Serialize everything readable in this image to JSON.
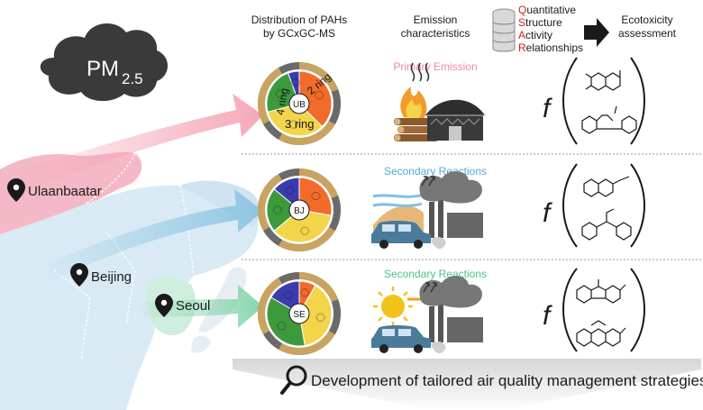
{
  "colors": {
    "ring2": "#f26b2b",
    "ring3": "#f2d54a",
    "ring4": "#3c9a3c",
    "ring5": "#3b3bae",
    "outer_tan": "#c8a460",
    "outer_gray": "#6a6a6a",
    "arrow_ub": "#f4a3b4",
    "arrow_bj": "#8cc4e2",
    "arrow_se": "#7fd3a8",
    "primary_text": "#ee8aa4",
    "secondary_bj_text": "#58a8d8",
    "secondary_se_text": "#4cc08a",
    "qsar_red": "#d42020"
  },
  "cloud": {
    "pm": "PM",
    "sub": "2.5"
  },
  "columns": {
    "distribution": [
      "Distribution of PAHs",
      "by GCxGC-MS"
    ],
    "emission": [
      "Emission",
      "characteristics"
    ],
    "qsar": [
      {
        "initial": "Q",
        "rest": "uantitative"
      },
      {
        "initial": "S",
        "rest": "tructure"
      },
      {
        "initial": "A",
        "rest": "ctivity"
      },
      {
        "initial": "R",
        "rest": "elationships"
      }
    ],
    "eco": [
      "Ecotoxicity",
      "assessment"
    ]
  },
  "cities": {
    "ulaanbaatar": "Ulaanbaatar",
    "beijing": "Beijing",
    "seoul": "Seoul"
  },
  "rows": [
    {
      "code": "UB",
      "emission": "Primary Emission",
      "ring_labels": {
        "r2": "2 ring",
        "r3": "3 ring",
        "r4": "4 ring"
      }
    },
    {
      "code": "BJ",
      "emission": "Secondary Reactions"
    },
    {
      "code": "SE",
      "emission": "Secondary Reactions"
    }
  ],
  "equation": {
    "f": "f"
  },
  "bottom": {
    "text": "Development of tailored air quality management strategies"
  }
}
